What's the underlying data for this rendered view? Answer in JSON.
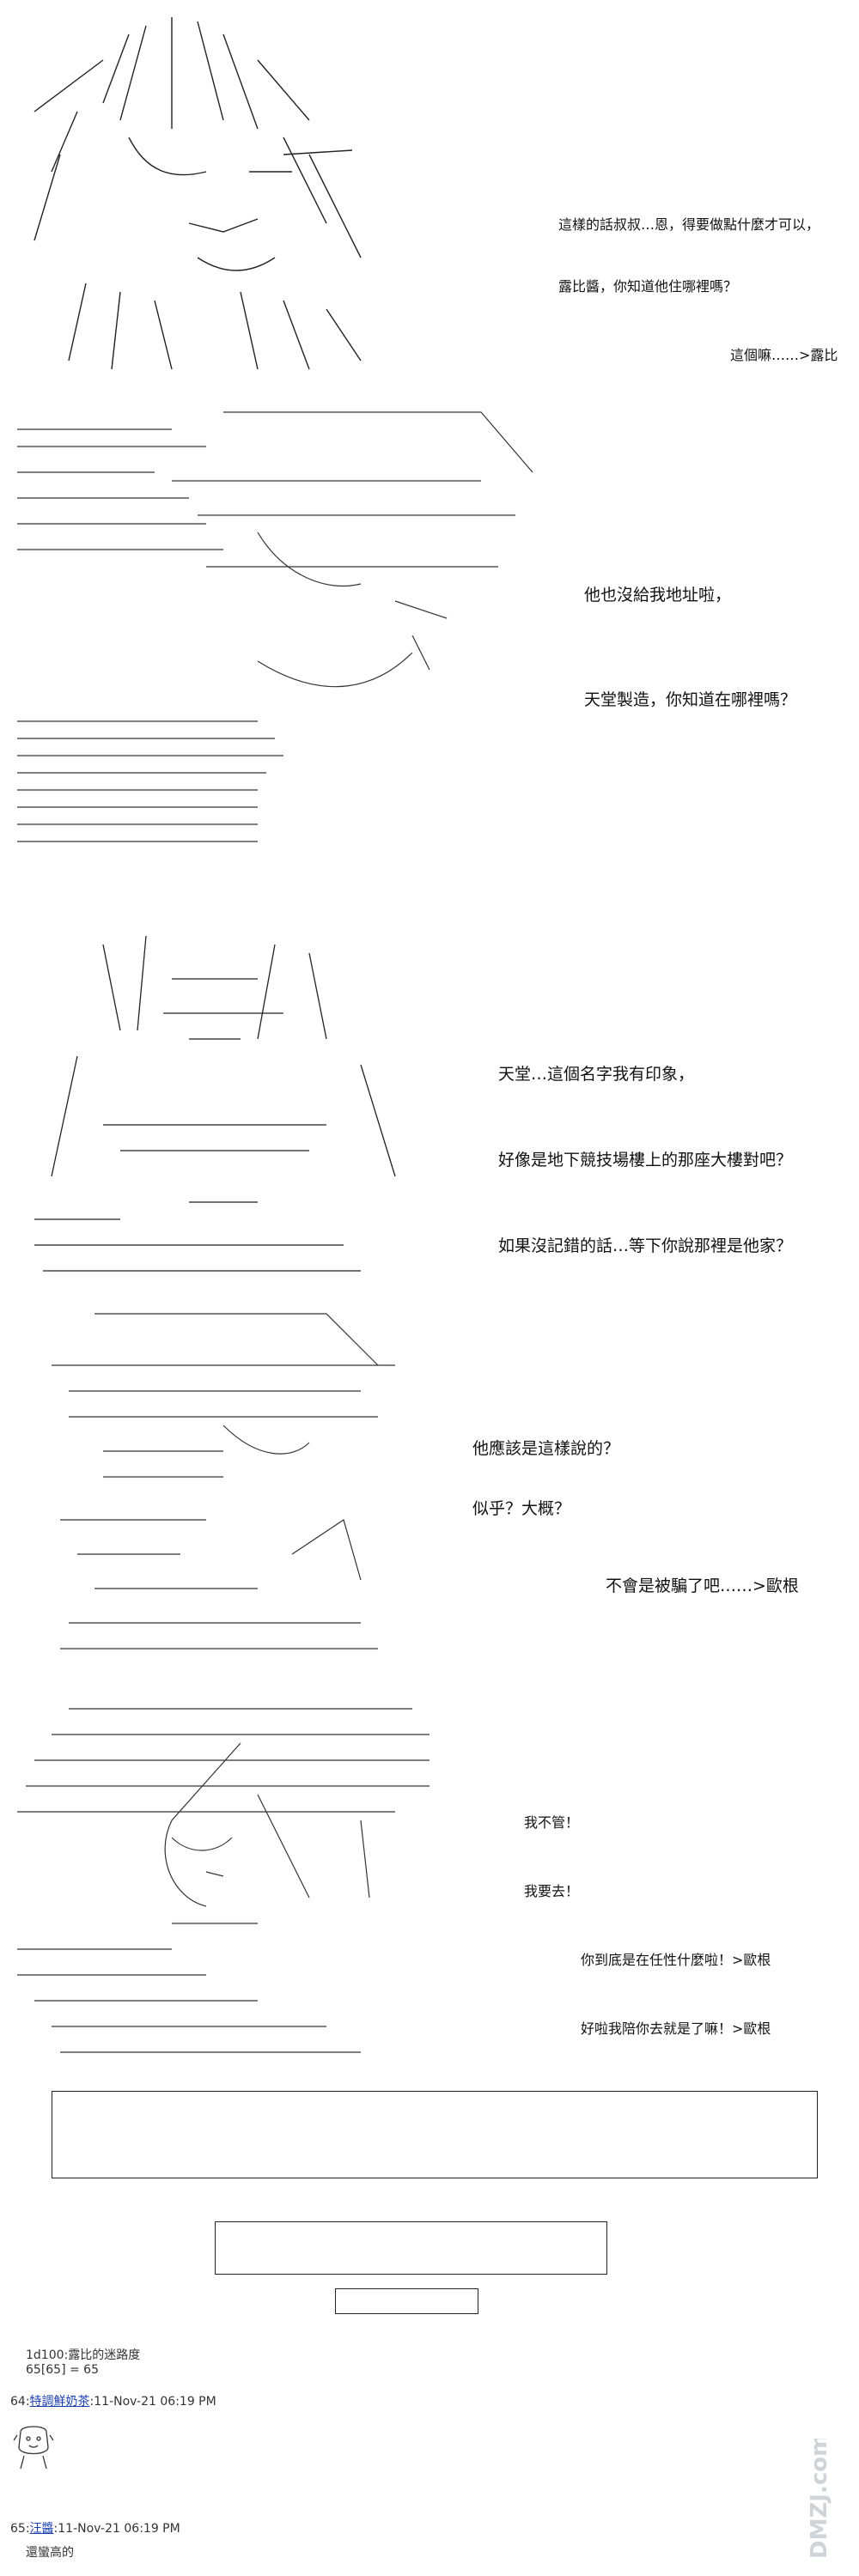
{
  "panels": [
    {
      "lines": [
        "這樣的話叔叔…恩，得要做點什麼才可以，",
        "露比醬，你知道他住哪裡嗎？",
        "這個嘛……>露比"
      ]
    },
    {
      "lines": [
        "他也沒給我地址啦，",
        "天堂製造，你知道在哪裡嗎？"
      ]
    },
    {
      "lines": [
        "天堂…這個名字我有印象，",
        "好像是地下競技場樓上的那座大樓對吧？",
        "如果沒記錯的話…等下你說那裡是他家？"
      ]
    },
    {
      "lines": [
        "他應該是這樣說的？",
        "似乎？大概？",
        "不會是被騙了吧……>歐根"
      ]
    },
    {
      "lines": [
        "我不管！",
        "我要去！",
        "你到底是在任性什麼啦！>歐根",
        "好啦我陪你去就是了嘛！>歐根"
      ]
    }
  ],
  "thread": {
    "roll_line1": "1d100:露比的迷路度",
    "roll_line2": "65[65] = 65",
    "post64_no": "64:",
    "post64_name": "特調鮮奶茶",
    "post64_time": ":11-Nov-21 06:19 PM",
    "post65_no": "65:",
    "post65_name": "汪醬",
    "post65_time": ":11-Nov-21 06:19 PM",
    "post65_text": "還蠻高的"
  },
  "watermark_text": "DMZJ.com"
}
